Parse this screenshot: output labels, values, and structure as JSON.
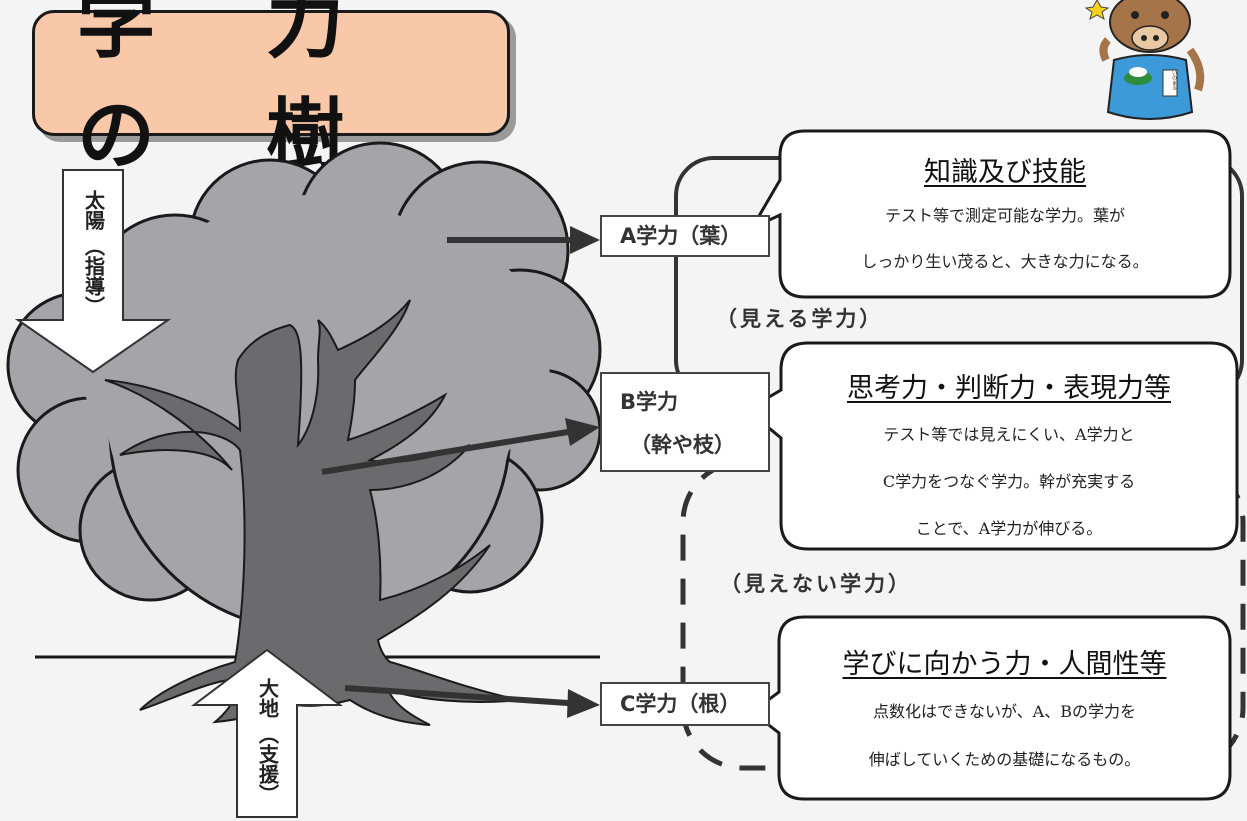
{
  "title": "学 力 の 樹",
  "sun_label": {
    "line1": "太陽",
    "line2": "（指導）"
  },
  "earth_label": {
    "line1": "大地",
    "line2": "（支援）"
  },
  "labels": {
    "a": "A学力（葉）",
    "b_line1": "B学力",
    "b_line2": "（幹や枝）",
    "c": "C学力（根）"
  },
  "sections": {
    "visible": "（見える学力）",
    "invisible": "（見えない学力）"
  },
  "bubbles": {
    "a": {
      "title": "知識及び技能",
      "lines": [
        "テスト等で測定可能な学力。葉が",
        "しっかり生い茂ると、大きな力になる。"
      ]
    },
    "b": {
      "title": "思考力・判断力・表現力等",
      "lines": [
        "テスト等では見えにくい、A学力と",
        "C学力をつなぐ学力。幹が充実する",
        "ことで、A学力が伸びる。"
      ]
    },
    "c": {
      "title": "学びに向かう力・人間性等",
      "lines": [
        "点数化はできないが、A、Bの学力を",
        "伸ばしていくための基礎になるもの。"
      ]
    }
  },
  "mascot_sign": "いのまる",
  "colors": {
    "title_fill": "#f8c8a8",
    "canopy": "#a5a4a9",
    "trunk": "#6b6b6d",
    "outline": "#1a1a1a"
  }
}
